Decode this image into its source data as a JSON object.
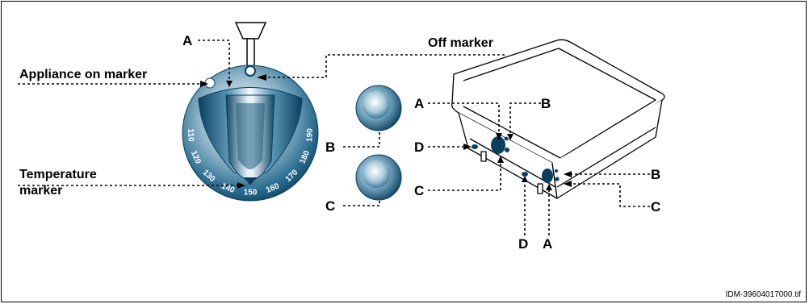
{
  "labels": {
    "appliance_on_marker": "Appliance on marker",
    "off_marker": "Off marker",
    "temperature_marker_line1": "Temperature",
    "temperature_marker_line2": "marker",
    "knob_letter_a": "A",
    "knob_b": "B",
    "knob_c": "C",
    "unit_a_top": "A",
    "unit_b_top": "B",
    "unit_d_left": "D",
    "unit_c_left": "C",
    "unit_b_right": "B",
    "unit_c_right": "C",
    "unit_d_bottom": "D",
    "unit_a_bottom": "A"
  },
  "dial_scale": [
    "110",
    "120",
    "130",
    "140",
    "150",
    "160",
    "170",
    "180",
    "190"
  ],
  "footer": "IDM-39604017000.tif",
  "colors": {
    "knob_dark": "#0e4a6e",
    "knob_light": "#e8f2f7",
    "line": "#000000"
  }
}
